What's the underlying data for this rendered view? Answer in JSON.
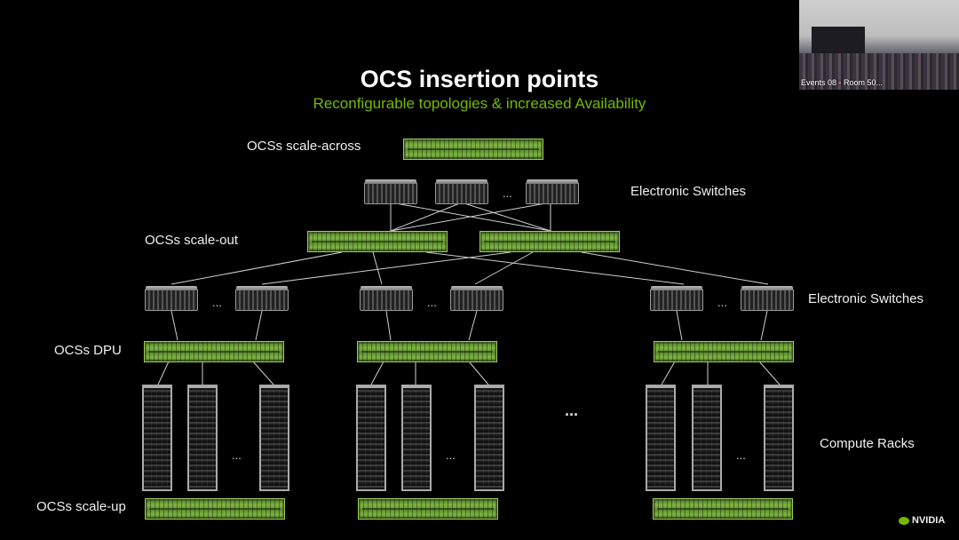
{
  "title": "OCS insertion points",
  "subtitle": "Reconfigurable topologies & increased Availability",
  "labels": {
    "scale_across": "OCSs scale-across",
    "electronic_switches_top": "Electronic Switches",
    "scale_out": "OCSs scale-out",
    "electronic_switches_mid": "Electronic Switches",
    "dpu": "OCSs DPU",
    "compute_racks": "Compute Racks",
    "scale_up": "OCSs scale-up"
  },
  "ellipsis": "...",
  "big_ellipsis": "...",
  "video": {
    "caption": "Events 08 - Room 50..."
  },
  "logo": "NVIDIA",
  "colors": {
    "accent": "#76b900",
    "background": "#000000"
  }
}
